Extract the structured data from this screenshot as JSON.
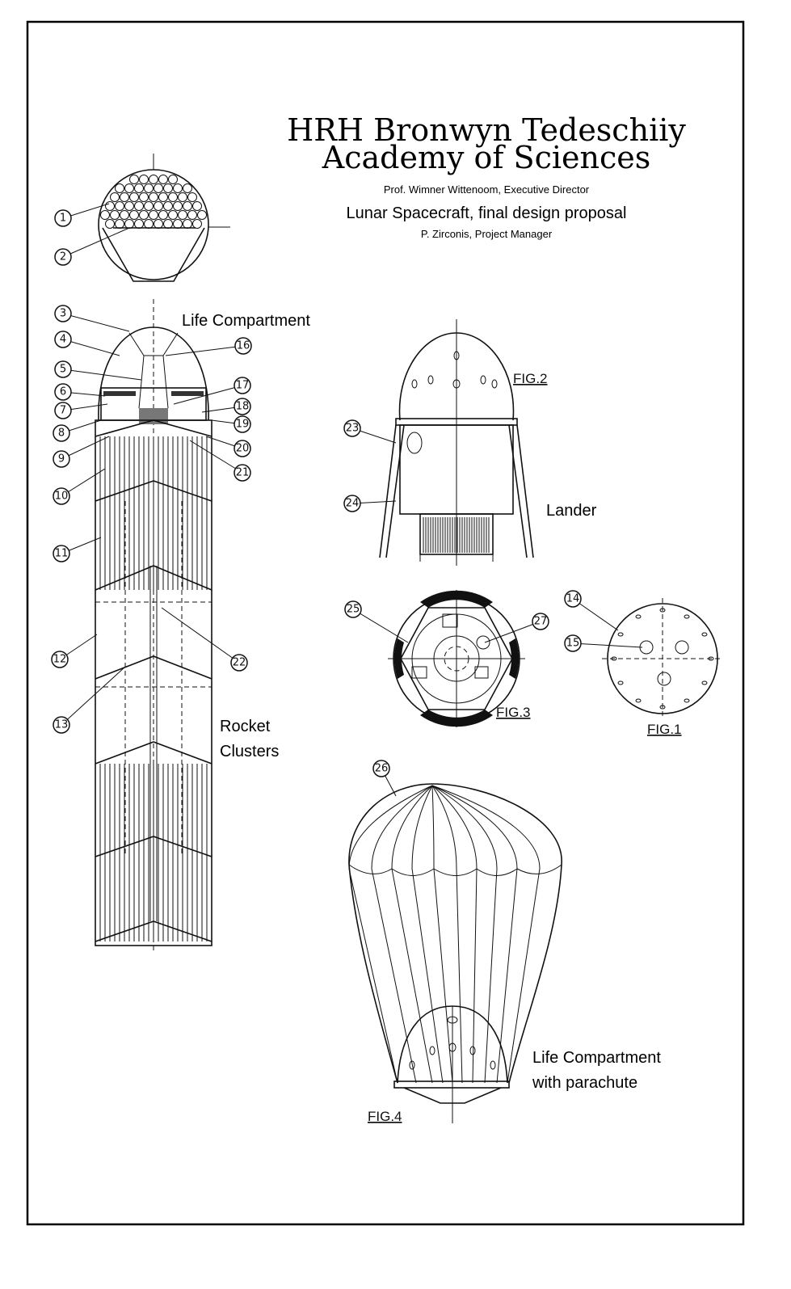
{
  "header": {
    "title_line1": "HRH Bronwyn Tedeschiiy",
    "title_line2": "Academy of Sciences",
    "director": "Prof. Wimner Wittenoom, Executive Director",
    "subtitle": "Lunar Spacecraft, final design proposal",
    "manager": "P. Zirconis, Project Manager"
  },
  "labels": {
    "life_compartment": "Life Compartment",
    "lander": "Lander",
    "rocket_line1": "Rocket",
    "rocket_line2": "Clusters",
    "parachute_line1": "Life Compartment",
    "parachute_line2": "with parachute"
  },
  "figures": {
    "fig1": "FIG.1",
    "fig2": "FIG.2",
    "fig3": "FIG.3",
    "fig4": "FIG.4"
  },
  "callouts": [
    "1",
    "2",
    "3",
    "4",
    "5",
    "6",
    "7",
    "8",
    "9",
    "10",
    "11",
    "12",
    "13",
    "14",
    "15",
    "16",
    "17",
    "18",
    "19",
    "20",
    "21",
    "22",
    "23",
    "24",
    "25",
    "26",
    "27"
  ]
}
